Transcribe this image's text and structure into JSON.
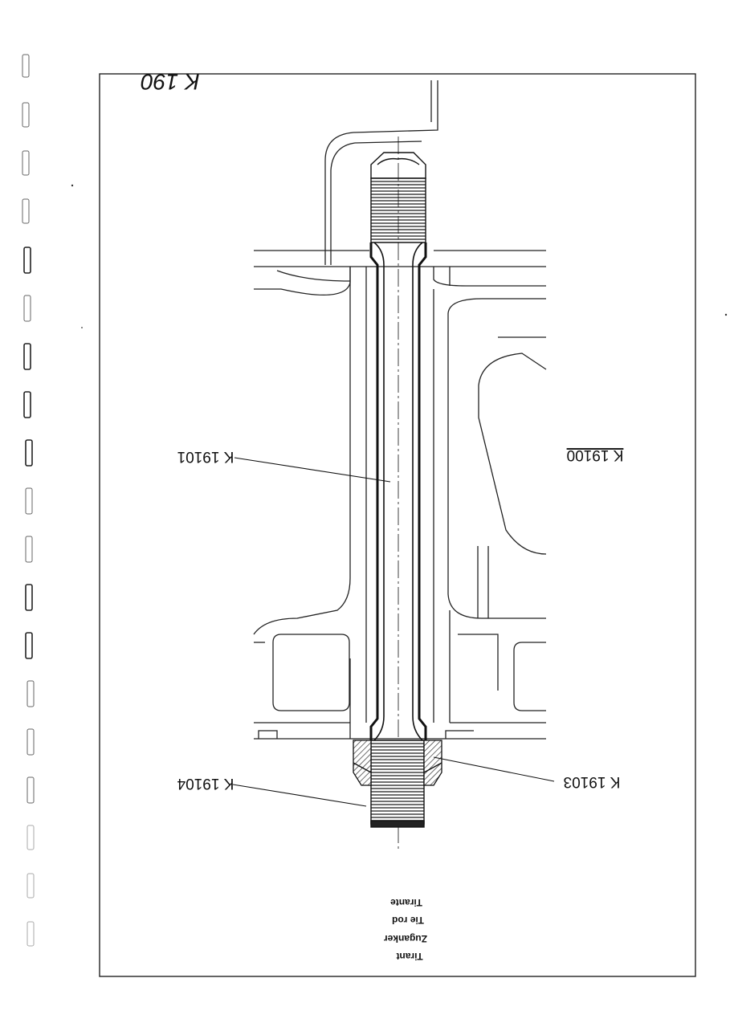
{
  "drawing": {
    "sheet_number": "K 190",
    "part_labels": {
      "tie_rod": "K 19101",
      "frame": "K 19100",
      "nut": "K 19103",
      "washer_end": "K 19104"
    },
    "title_lines": [
      "Tirant",
      "Zuganker",
      "Tie rod",
      "Tirante"
    ]
  },
  "colors": {
    "ink": "#111111",
    "paper": "#ffffff"
  }
}
